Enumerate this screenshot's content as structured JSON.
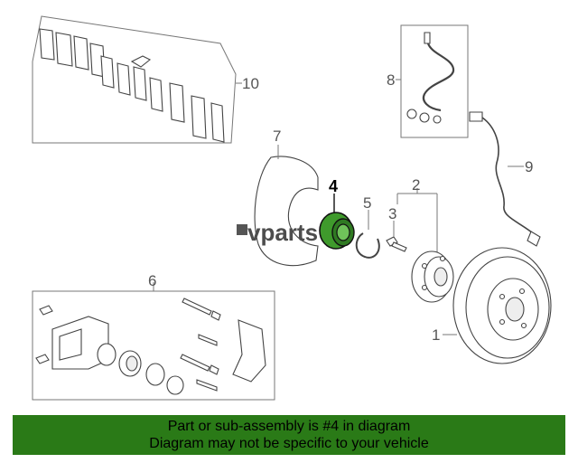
{
  "labels": {
    "l1": "1",
    "l2": "2",
    "l3": "3",
    "l4": "4",
    "l5": "5",
    "l6": "6",
    "l7": "7",
    "l8": "8",
    "l9": "9",
    "l10": "10"
  },
  "watermark": "vparts",
  "highlight_color": "#3f9a2c",
  "banner": {
    "line1": "Part or sub-assembly is #4 in diagram",
    "line2": "Diagram may not be specific to your vehicle",
    "color": "#2a7a17"
  }
}
